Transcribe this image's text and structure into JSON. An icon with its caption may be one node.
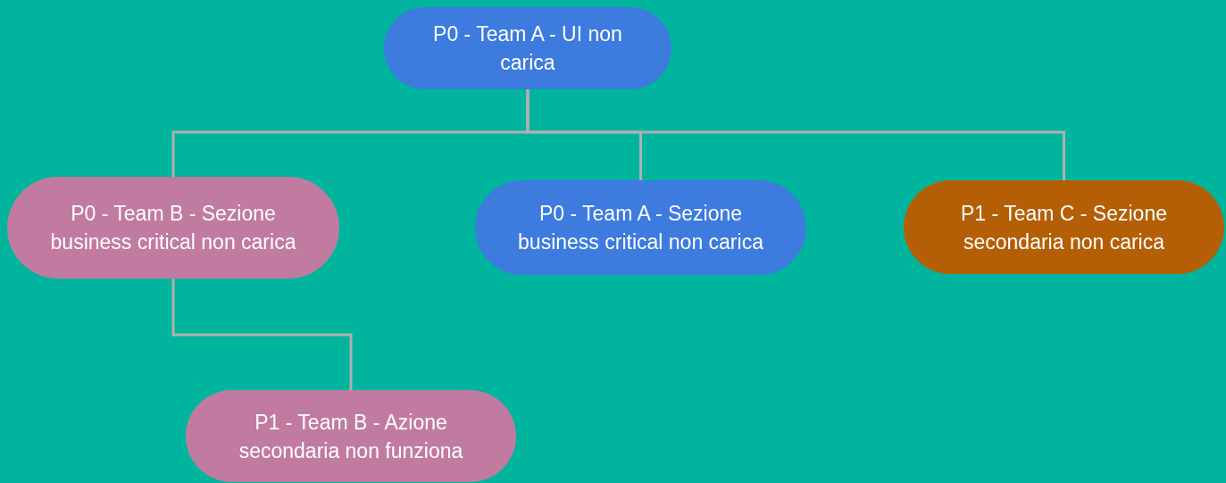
{
  "diagram": {
    "nodes": [
      {
        "text": [
          "P0 - Team A - UI non carica"
        ]
      },
      {
        "text": [
          "P0 - Team B - Sezione business critical non carica"
        ]
      },
      {
        "text": [
          "P0 - Team A - Sezione business critical non carica"
        ]
      },
      {
        "text": [
          "P1 - Team C - Sezione secondaria non carica"
        ]
      },
      {
        "text": [
          "P1 - Team B - Azione secondaria non funziona"
        ]
      }
    ],
    "edges": [
      {
        "from": 0,
        "to": 1,
        "arrow": "none"
      },
      {
        "from": 0,
        "to": 2,
        "arrow": "none"
      },
      {
        "from": 0,
        "to": 3,
        "arrow": "none"
      },
      {
        "from": 1,
        "to": 4,
        "arrow": "none"
      }
    ]
  }
}
